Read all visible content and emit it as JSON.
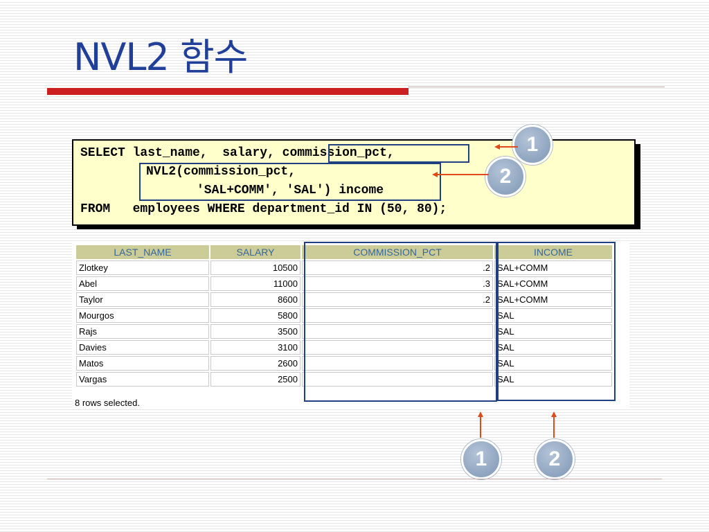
{
  "title": "NVL2 함수",
  "code": {
    "line1_a": "SELECT last_name,  salary,",
    "line1_b": "commission_pct",
    "line1_c": ",",
    "line2": "NVL2(commission_pct,",
    "line3": "'SAL+COMM', 'SAL') income",
    "line4": "FROM   employees WHERE department_id IN (50, 80);"
  },
  "table": {
    "headers": [
      "LAST_NAME",
      "SALARY",
      "COMMISSION_PCT",
      "INCOME"
    ],
    "rows": [
      [
        "Zlotkey",
        "10500",
        ".2",
        "SAL+COMM"
      ],
      [
        "Abel",
        "11000",
        ".3",
        "SAL+COMM"
      ],
      [
        "Taylor",
        "8600",
        ".2",
        "SAL+COMM"
      ],
      [
        "Mourgos",
        "5800",
        "",
        "SAL"
      ],
      [
        "Rajs",
        "3500",
        "",
        "SAL"
      ],
      [
        "Davies",
        "3100",
        "",
        "SAL"
      ],
      [
        "Matos",
        "2600",
        "",
        "SAL"
      ],
      [
        "Vargas",
        "2500",
        "",
        "SAL"
      ]
    ],
    "footer": "8 rows selected."
  },
  "badges": {
    "one": "1",
    "two": "2"
  },
  "colors": {
    "title": "#1f3f99",
    "accent_red": "#cc1f1f",
    "code_bg": "#ffffcc",
    "header_bg": "#cccc99",
    "header_text": "#336699",
    "highlight_box": "#1f3f80",
    "arrow": "#e04a1a"
  }
}
